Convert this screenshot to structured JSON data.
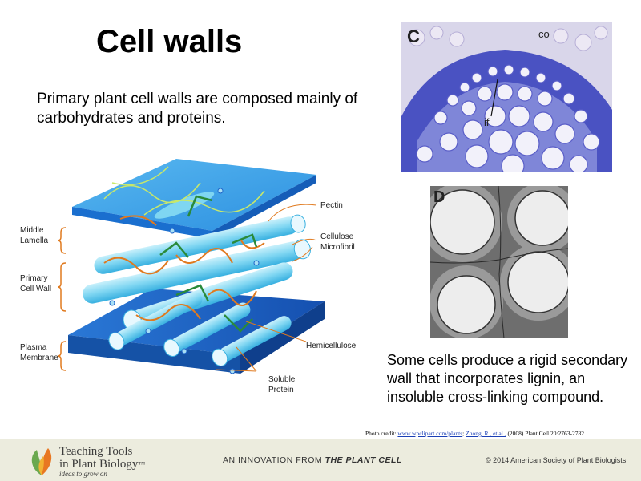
{
  "slide": {
    "title": "Cell walls",
    "intro_line1": "Primary plant cell walls are composed mainly of",
    "intro_line2": "carbohydrates and proteins.",
    "secondary_text": "Some cells produce a rigid secondary wall that incorporates lignin, an insoluble cross-linking compound."
  },
  "diagram_labels": {
    "middle_lamella": [
      "Middle",
      "Lamella"
    ],
    "primary_cell_wall": [
      "Primary",
      "Cell Wall"
    ],
    "plasma_membrane": [
      "Plasma",
      "Membrane"
    ],
    "pectin": "Pectin",
    "cellulose_microfibril": [
      "Cellulose",
      "Microfibril"
    ],
    "hemicellulose": "Hemicellulose",
    "soluble_protein": [
      "Soluble",
      "Protein"
    ]
  },
  "micrographs": {
    "panel_c": {
      "letter": "C",
      "labels": {
        "co": "co",
        "if": "if"
      }
    },
    "panel_d": {
      "letter": "D"
    }
  },
  "credit": {
    "prefix": "Photo credit: ",
    "link1": "www.wpclipart.com/plants",
    "separator": "; ",
    "link2": "Zhong, R., et al.,",
    "suffix": " (2008) Plant Cell 20:2763-2782 ."
  },
  "footer": {
    "brand_line1": "Teaching Tools",
    "brand_line2": "in Plant Biology",
    "trademark": "™",
    "tagline": "ideas to grow on",
    "innovation_prefix": "AN INNOVATION FROM ",
    "innovation_journal": "THE PLANT CELL",
    "copyright": "© 2014 American Society of Plant Biologists"
  },
  "colors": {
    "membrane_blue": "#1f64c8",
    "lamella_blue": "#3aa0ea",
    "microfibril_cyan": "#7fd6f2",
    "pectin_orange": "#e07a1f",
    "hemicellulose_green": "#2a8a3a",
    "stain_purple": "#4a52c2",
    "footer_bg": "#ececde",
    "logo_orange": "#e87722",
    "logo_green": "#6aa84f"
  }
}
